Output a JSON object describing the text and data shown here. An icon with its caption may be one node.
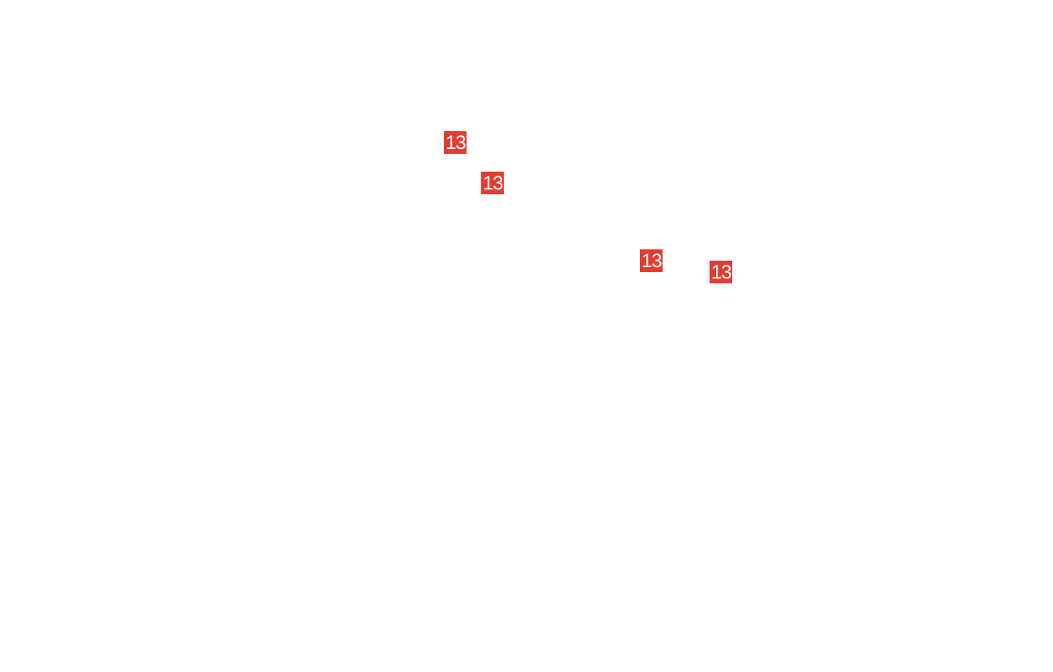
{
  "diagram": {
    "labels": [
      "13",
      "13",
      "13",
      "13"
    ]
  }
}
